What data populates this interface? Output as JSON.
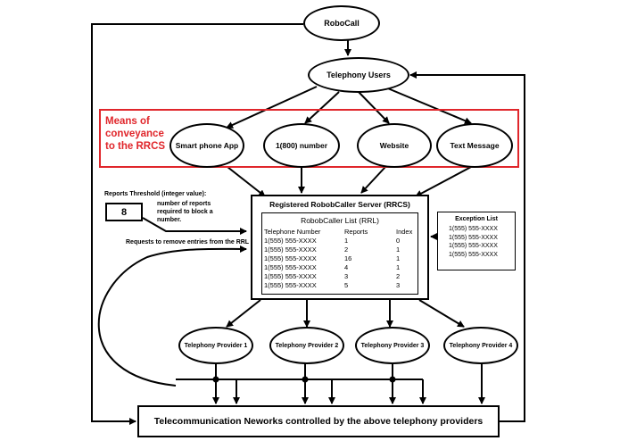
{
  "nodes": {
    "robocall": "RoboCall",
    "telephony_users": "Telephony Users",
    "smartphone_app": "Smart phone App",
    "number_800": "1(800) number",
    "website": "Website",
    "text_message": "Text Message",
    "provider_1": "Telephony Provider 1",
    "provider_2": "Telephony Provider 2",
    "provider_3": "Telephony Provider 3",
    "provider_4": "Telephony Provider 4",
    "networks": "Telecommunication Neworks controlled by the above telephony providers"
  },
  "conveyance": {
    "label": "Means of conveyance to the RRCS",
    "color": "#e0262b"
  },
  "threshold": {
    "title": "Reports Threshold (integer value):",
    "value": "8",
    "description": "number of reports required to block a number."
  },
  "remove_requests": "Requests to remove entries from the RRL",
  "server": {
    "title": "Registered RobobCaller Server (RRCS)",
    "list_title": "RobobCaller List (RRL)",
    "columns": [
      "Telephone Number",
      "Reports",
      "Index"
    ],
    "rows": [
      [
        "1(555) 555-XXXX",
        "1",
        "0"
      ],
      [
        "1(555) 555-XXXX",
        "2",
        "1"
      ],
      [
        "1(555) 555-XXXX",
        "16",
        "1"
      ],
      [
        "1(555) 555-XXXX",
        "4",
        "1"
      ],
      [
        "1(555) 555-XXXX",
        "3",
        "2"
      ],
      [
        "1(555) 555-XXXX",
        "5",
        "3"
      ]
    ]
  },
  "exception_list": {
    "title": "Exception List",
    "items": [
      "1(555) 555-XXXX",
      "1(555) 555-XXXX",
      "1(555) 555-XXXX",
      "1(555) 555-XXXX"
    ]
  }
}
